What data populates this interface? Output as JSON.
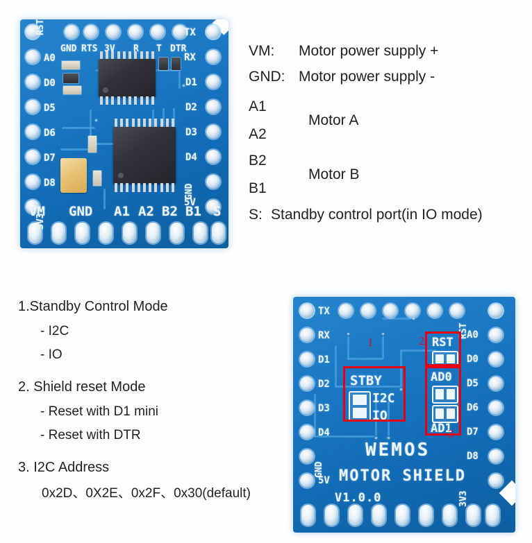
{
  "page": {
    "background_color": "#fefefe",
    "pcb_color": "#1a77c2",
    "highlight_color": "#e60012",
    "text_color": "#231f20"
  },
  "legend": {
    "rows": [
      {
        "key": "VM:",
        "value": "Motor power supply +"
      },
      {
        "key": "GND:",
        "value": "Motor power supply -"
      }
    ],
    "group_a": {
      "pin_top": "A1",
      "pin_bottom": "A2",
      "label": "Motor A"
    },
    "group_b": {
      "pin_top": "B2",
      "pin_bottom": "B1",
      "label": "Motor B"
    },
    "standby": {
      "key": "S:",
      "value": "Standby control port(in IO mode)"
    }
  },
  "notes": {
    "item1": {
      "heading": "1.Standby Control Mode",
      "sub1": "- I2C",
      "sub2": "- IO"
    },
    "item2": {
      "heading": "2. Shield reset Mode",
      "sub1": "- Reset with D1 mini",
      "sub2": "- Reset with DTR"
    },
    "item3": {
      "heading": "3. I2C Address",
      "addresses": "0x2D、0X2E、0x2F、0x30(default)"
    }
  },
  "board_top": {
    "left_pins": [
      "RST",
      "A0",
      "D0",
      "D5",
      "D6",
      "D7",
      "D8",
      "3V3"
    ],
    "right_pins": [
      "TX",
      "RX",
      "D1",
      "D2",
      "D3",
      "D4",
      "GND",
      "5V"
    ],
    "top_inner_labels": [
      "GND",
      "RTS",
      "3V",
      "R",
      "T",
      "DTR"
    ],
    "bottom_labels": [
      "VM",
      "GND",
      "A1",
      "A2",
      "B2",
      "B1",
      "S"
    ]
  },
  "board_bottom": {
    "left_pins": [
      "TX",
      "RX",
      "D1",
      "D2",
      "D3",
      "D4",
      "GND",
      "5V"
    ],
    "right_pins": [
      "RST",
      "A0",
      "D0",
      "D5",
      "D6",
      "D7",
      "D8",
      "3V3"
    ],
    "silkscreen": {
      "brand": "WEMOS",
      "product": "MOTOR SHIELD",
      "version": "V1.0.0"
    },
    "jumpers": {
      "stby_label": "STBY",
      "stby_opt1": "I2C",
      "stby_opt2": "IO",
      "rst_label": "RST",
      "ad0_label": "AD0",
      "ad1_label": "AD1"
    },
    "callouts": {
      "one": "1",
      "two": "2",
      "three": "3"
    }
  }
}
